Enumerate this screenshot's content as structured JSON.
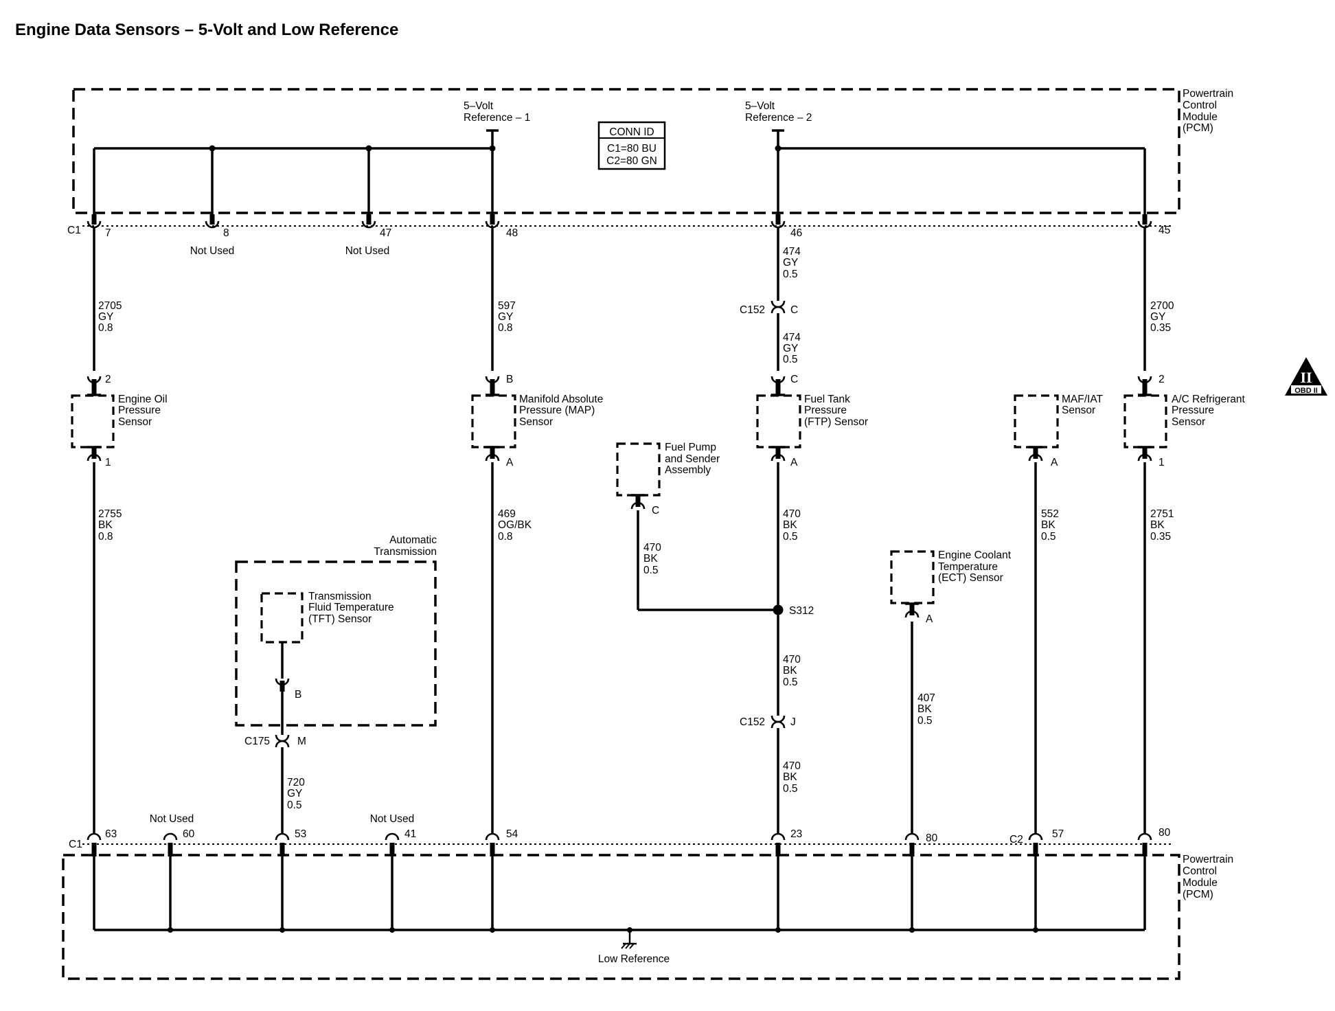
{
  "title": "Engine Data Sensors – 5-Volt and Low Reference",
  "module_top": [
    "Powertrain",
    "Control",
    "Module",
    "(PCM)"
  ],
  "module_bottom": [
    "Powertrain",
    "Control",
    "Module",
    "(PCM)"
  ],
  "conn_id": {
    "header": "CONN ID",
    "lines": [
      "C1=80 BU",
      "C2=80 GN"
    ]
  },
  "ref1": [
    "5–Volt",
    "Reference – 1"
  ],
  "ref2": [
    "5–Volt",
    "Reference – 2"
  ],
  "low_reference": "Low Reference",
  "obd_badge": "OBD II",
  "top_pins": [
    "C1",
    "7",
    "8",
    "47",
    "48",
    "46",
    "45"
  ],
  "not_used": "Not Used",
  "bottom_pins": [
    "C1",
    "63",
    "60",
    "53",
    "41",
    "54",
    "23",
    "80",
    "C2",
    "57",
    "80"
  ],
  "wires": {
    "w2705": [
      "2705",
      "GY",
      "0.8"
    ],
    "w597": [
      "597",
      "GY",
      "0.8"
    ],
    "w474a": [
      "474",
      "GY",
      "0.5"
    ],
    "w474b": [
      "474",
      "GY",
      "0.5"
    ],
    "w2700": [
      "2700",
      "GY",
      "0.35"
    ],
    "w2755": [
      "2755",
      "BK",
      "0.8"
    ],
    "w469": [
      "469",
      "OG/BK",
      "0.8"
    ],
    "w470fp": [
      "470",
      "BK",
      "0.5"
    ],
    "w470a": [
      "470",
      "BK",
      "0.5"
    ],
    "w470b": [
      "470",
      "BK",
      "0.5"
    ],
    "w470c": [
      "470",
      "BK",
      "0.5"
    ],
    "w552": [
      "552",
      "BK",
      "0.5"
    ],
    "w2751": [
      "2751",
      "BK",
      "0.35"
    ],
    "w720": [
      "720",
      "GY",
      "0.5"
    ],
    "w407": [
      "407",
      "BK",
      "0.5"
    ]
  },
  "connectors": {
    "c152": "C152",
    "c175": "C175",
    "s312": "S312"
  },
  "sensor_pins": {
    "oil_top": "2",
    "oil_bottom": "1",
    "map_top": "B",
    "map_bottom": "A",
    "ftp_top": "C",
    "ftp_bottom": "A",
    "c152_top": "C",
    "c152_bottom": "J",
    "fuel_pump": "C",
    "maf": "A",
    "ac_top": "2",
    "ac_bottom": "1",
    "ect": "A",
    "tft": "B",
    "c175": "M"
  },
  "components": {
    "oil": [
      "Engine Oil",
      "Pressure",
      "Sensor"
    ],
    "map": [
      "Manifold Absolute",
      "Pressure (MAP)",
      "Sensor"
    ],
    "fuel_pump": [
      "Fuel Pump",
      "and Sender",
      "Assembly"
    ],
    "ftp": [
      "Fuel Tank",
      "Pressure",
      "(FTP) Sensor"
    ],
    "maf": [
      "MAF/IAT",
      "Sensor"
    ],
    "ac": [
      "A/C Refrigerant",
      "Pressure",
      "Sensor"
    ],
    "ect": [
      "Engine Coolant",
      "Temperature",
      "(ECT) Sensor"
    ],
    "auto_trans": [
      "Automatic",
      "Transmission"
    ],
    "tft": [
      "Transmission",
      "Fluid Temperature",
      "(TFT) Sensor"
    ]
  }
}
